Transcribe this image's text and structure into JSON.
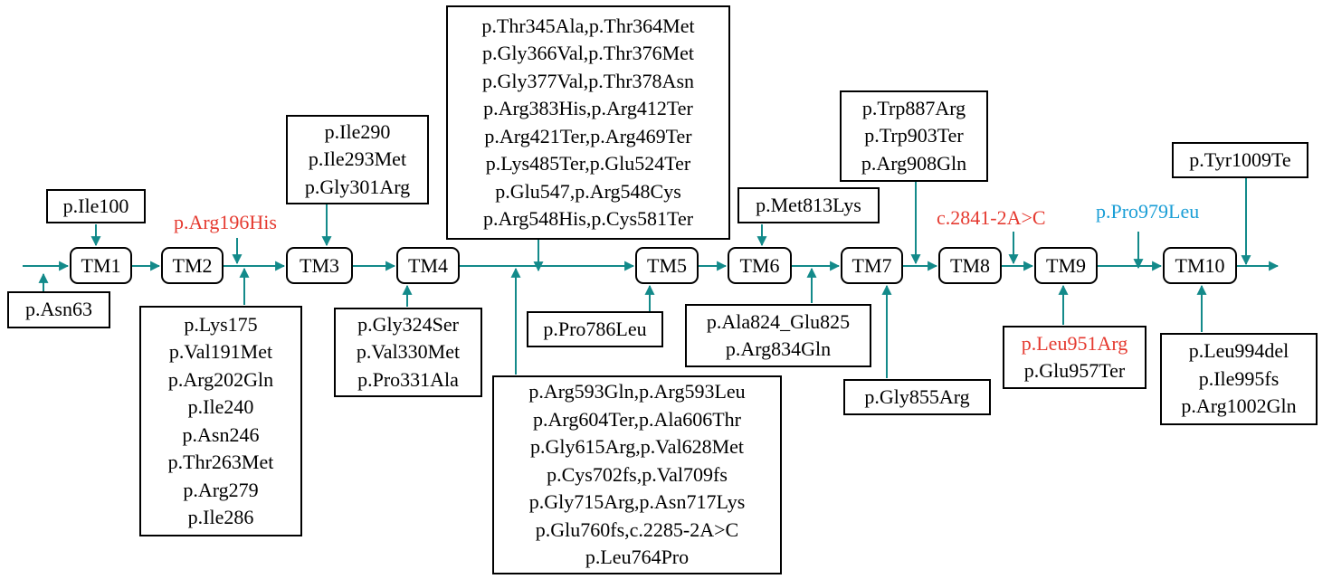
{
  "colors": {
    "arrow": "#138a8a",
    "red": "#e53a30",
    "blue": "#1a9ed6",
    "text": "#000000"
  },
  "domains": [
    "TM1",
    "TM2",
    "TM3",
    "TM4",
    "TM5",
    "TM6",
    "TM7",
    "TM8",
    "TM9",
    "TM10"
  ],
  "labels": {
    "asn63": [
      "p.Asn63"
    ],
    "ile100": [
      "p.Ile100"
    ],
    "arg196his": "p.Arg196His",
    "tm2_below": [
      "p.Lys175",
      "p.Val191Met",
      "p.Arg202Gln",
      "p.Ile240",
      "p.Asn246",
      "p.Thr263Met",
      "p.Arg279",
      "p.Ile286"
    ],
    "tm3_above": [
      "p.Ile290",
      "p.Ile293Met",
      "p.Gly301Arg"
    ],
    "tm4_below": [
      "p.Gly324Ser",
      "p.Val330Met",
      "p.Pro331Ala"
    ],
    "tm45_above": [
      "p.Thr345Ala,p.Thr364Met",
      "p.Gly366Val,p.Thr376Met",
      "p.Gly377Val,p.Thr378Asn",
      "p.Arg383His,p.Arg412Ter",
      "p.Arg421Ter,p.Arg469Ter",
      "p.Lys485Ter,p.Glu524Ter",
      "p.Glu547,p.Arg548Cys",
      "p.Arg548His,p.Cys581Ter"
    ],
    "tm45_below": [
      "p.Arg593Gln,p.Arg593Leu",
      "p.Arg604Ter,p.Ala606Thr",
      "p.Gly615Arg,p.Val628Met",
      "p.Cys702fs,p.Val709fs",
      "p.Gly715Arg,p.Asn717Lys",
      "p.Glu760fs,c.2285-2A>C",
      "p.Leu764Pro"
    ],
    "pro786leu": [
      "p.Pro786Leu"
    ],
    "met813lys": [
      "p.Met813Lys"
    ],
    "tm6_below": [
      "p.Ala824_Glu825",
      "p.Arg834Gln"
    ],
    "tm7_above": [
      "p.Trp887Arg",
      "p.Trp903Ter",
      "p.Arg908Gln"
    ],
    "gly855arg": [
      "p.Gly855Arg"
    ],
    "c2841": "c.2841-2A>C",
    "pro979leu": "p.Pro979Leu",
    "tm9_below_red": "p.Leu951Arg",
    "tm9_below": "p.Glu957Ter",
    "tyr1009": [
      "p.Tyr1009Te"
    ],
    "tm10_below": [
      "p.Leu994del",
      "p.Ile995fs",
      "p.Arg1002Gln"
    ]
  }
}
